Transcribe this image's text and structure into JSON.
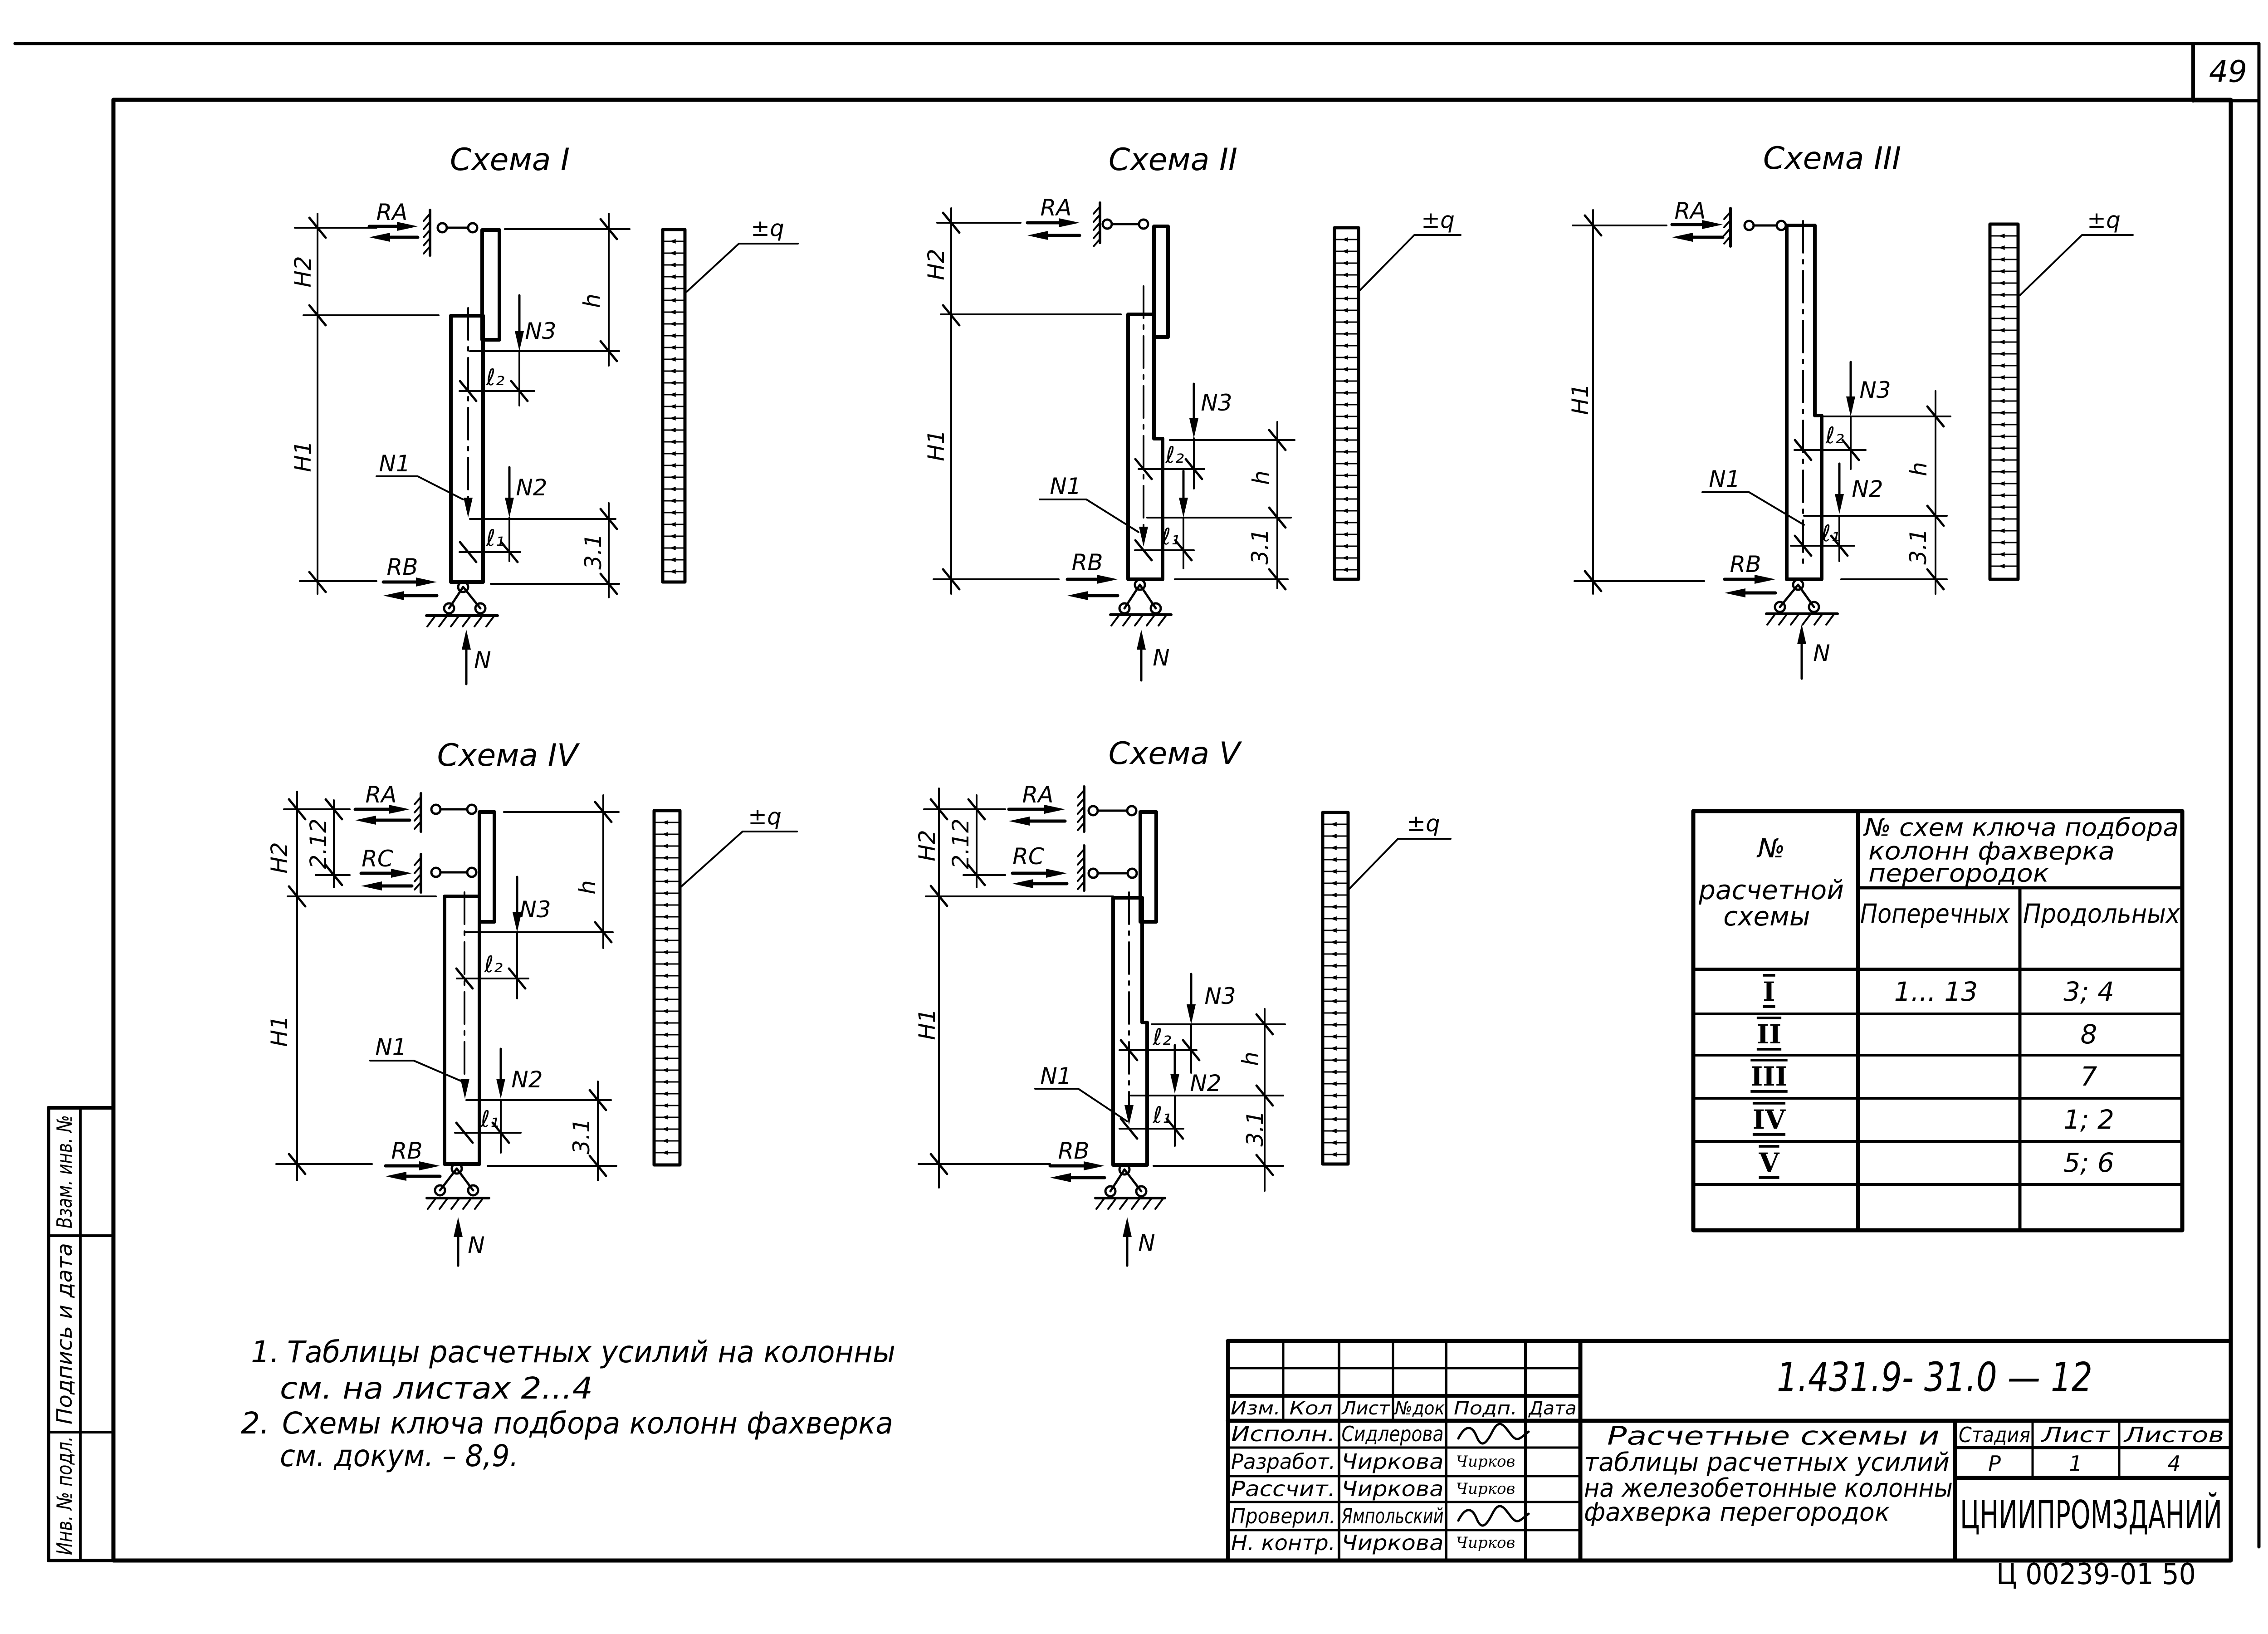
{
  "page_number": "49",
  "schemes": [
    {
      "title": "Схема I"
    },
    {
      "title": "Схема II"
    },
    {
      "title": "Схема III"
    },
    {
      "title": "Схема IV"
    },
    {
      "title": "Схема V"
    }
  ],
  "labels": {
    "RA": "RA",
    "RB": "RB",
    "RC": "RC",
    "N": "N",
    "N1": "N1",
    "N2": "N2",
    "N3": "N3",
    "l1": "ℓ₁",
    "l2": "ℓ₂",
    "H1": "H1",
    "H2": "H2",
    "h": "h",
    "a": "3.1",
    "q": "±q",
    "h2_part": "2.12"
  },
  "key_table": {
    "header_scheme": [
      "№",
      "расчетной",
      "схемы"
    ],
    "header_group": [
      "№ схем ключа подбора",
      "колонн фахверка",
      "перегородок"
    ],
    "header_transverse": "Поперечных",
    "header_longitudinal": "Продольных",
    "rows": [
      {
        "scheme": "I",
        "transverse": "1... 13",
        "longitudinal": "3; 4"
      },
      {
        "scheme": "II",
        "transverse": "",
        "longitudinal": "8"
      },
      {
        "scheme": "III",
        "transverse": "",
        "longitudinal": "7"
      },
      {
        "scheme": "IV",
        "transverse": "",
        "longitudinal": "1; 2"
      },
      {
        "scheme": "V",
        "transverse": "",
        "longitudinal": "5; 6"
      },
      {
        "scheme": "",
        "transverse": "",
        "longitudinal": ""
      }
    ]
  },
  "notes": [
    {
      "number": "1.",
      "lines": [
        "Таблицы расчетных усилий на колонны",
        "см. на листах 2...4"
      ]
    },
    {
      "number": "2.",
      "lines": [
        "Схемы ключа подбора колонн фахверка",
        "см. докум. – 8,9."
      ]
    }
  ],
  "title_block": {
    "doc_number": "1.431.9- 31.0 — 12",
    "header": [
      "Изм.",
      "Кол",
      "Лист",
      "№док",
      "Подп.",
      "Дата"
    ],
    "signatures": [
      {
        "role": "Исполн.",
        "name": "Сидлерова"
      },
      {
        "role": "Разработ.",
        "name": "Чиркова",
        "signature": "Чирков"
      },
      {
        "role": "Рассчит.",
        "name": "Чиркова",
        "signature": "Чирков"
      },
      {
        "role": "Проверил.",
        "name": "Ямпольский"
      },
      {
        "role": "Н. контр.",
        "name": "Чиркова",
        "signature": "Чирков"
      }
    ],
    "description": [
      "Расчетные схемы и",
      "таблицы расчетных усилий",
      "на железобетонные колонны",
      "фахверка перегородок"
    ],
    "stage_label": "Стадия",
    "sheet_label": "Лист",
    "sheets_label": "Листов",
    "stage": "Р",
    "sheet": "1",
    "sheets": "4",
    "organization": "ЦНИИПРОМЗДАНИЙ"
  },
  "side_stamp": {
    "replaces_inventory": "Взам. инв. №",
    "signature_date": "Подпись и дата",
    "inventory_original": "Инв. № подл."
  },
  "archive_code": "Ц 00239-01 50"
}
